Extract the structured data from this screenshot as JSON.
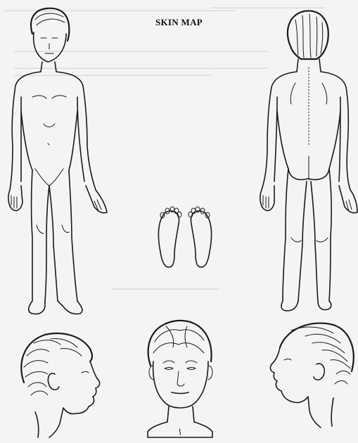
{
  "title": "SKIN MAP",
  "figures": {
    "front_body": "front-body",
    "back_body": "back-body",
    "soles": "soles-of-feet",
    "head_left": "head-left-profile",
    "head_front": "head-front",
    "head_right": "head-right-profile"
  }
}
